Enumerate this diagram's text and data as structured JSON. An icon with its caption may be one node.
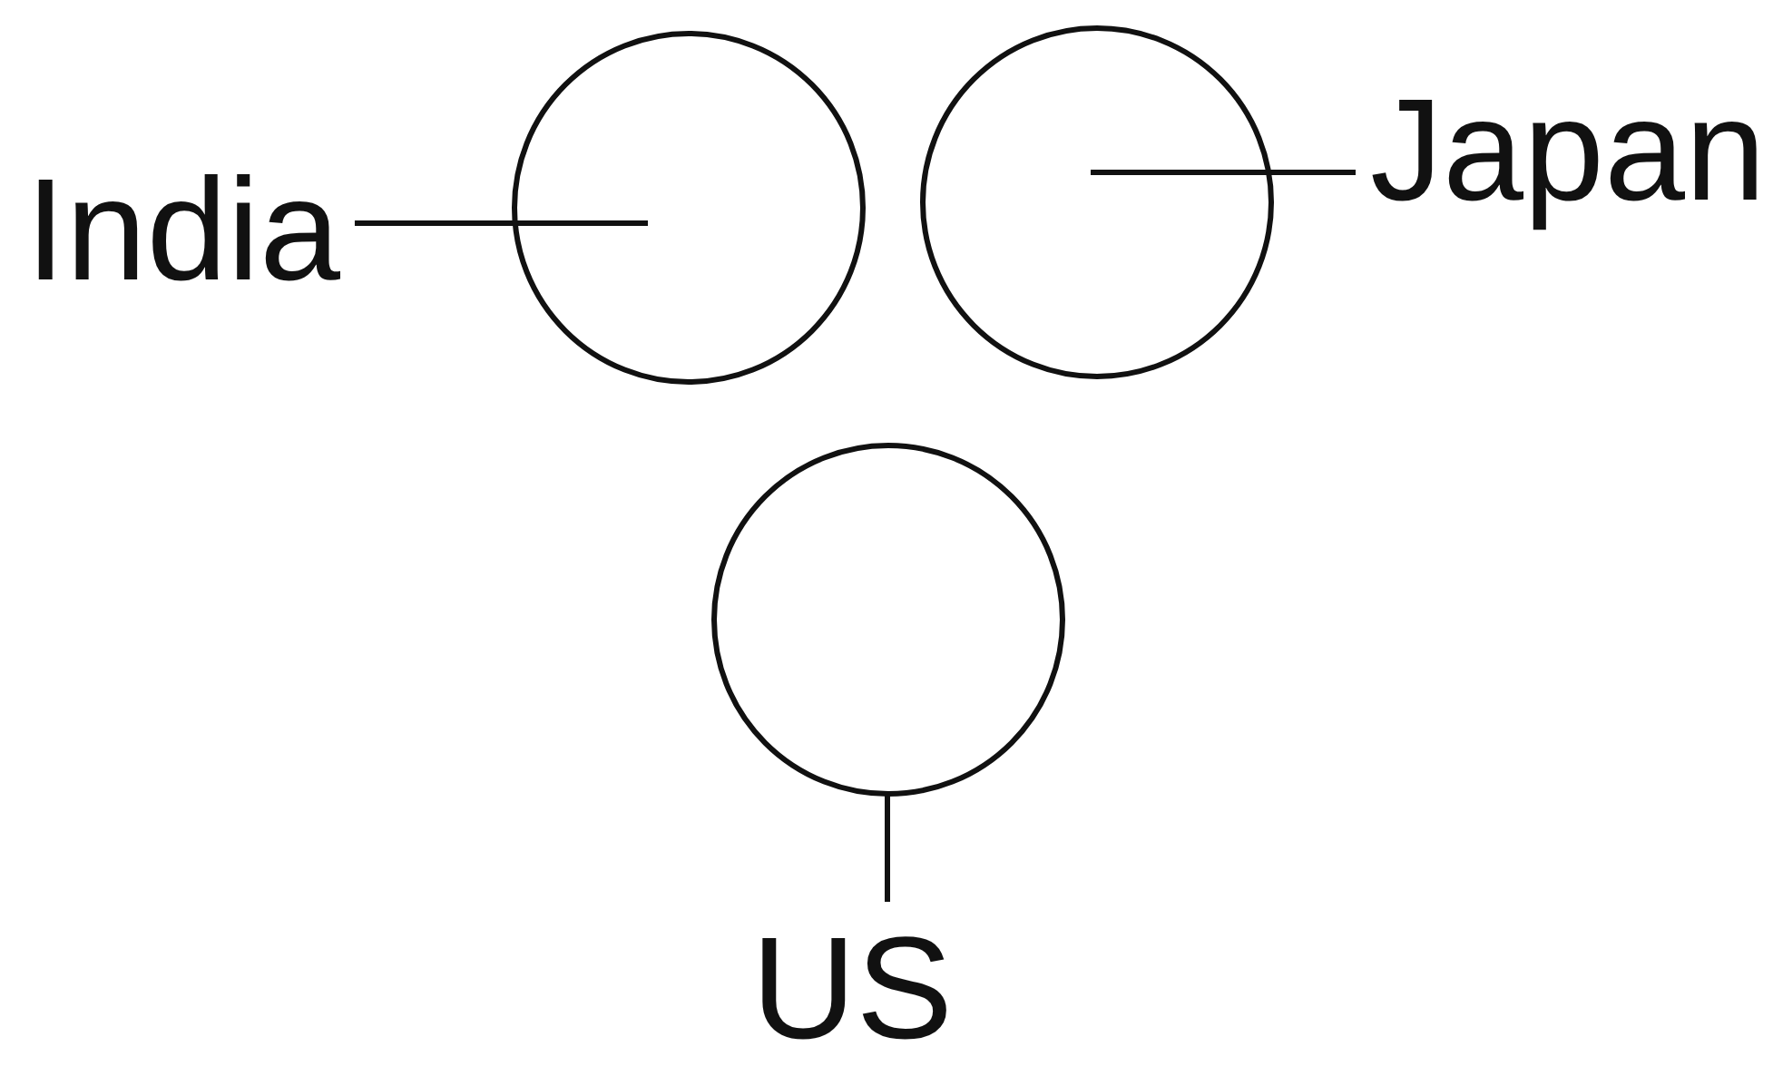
{
  "diagram": {
    "nodes": [
      {
        "text": [
          "India"
        ]
      },
      {
        "text": [],
        "shape": "circle"
      },
      {
        "text": [],
        "shape": "circle"
      },
      {
        "text": [
          "Japan"
        ]
      },
      {
        "text": [],
        "shape": "circle"
      },
      {
        "text": [
          "US"
        ]
      }
    ],
    "edges": [
      {
        "from": 0,
        "to": 1,
        "arrow": "none"
      },
      {
        "from": 3,
        "to": 2,
        "arrow": "none"
      },
      {
        "from": 5,
        "to": 4,
        "arrow": "none"
      }
    ]
  }
}
